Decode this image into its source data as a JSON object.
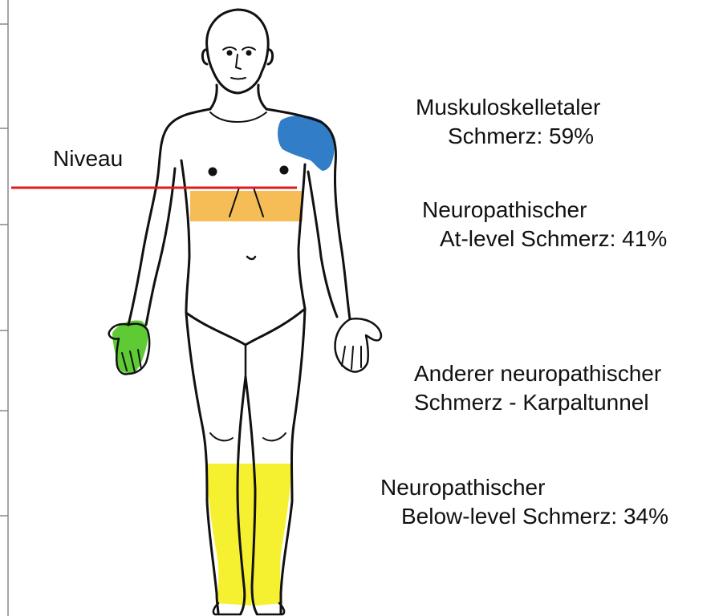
{
  "level_marker": {
    "label": "Niveau",
    "line_color": "#e01b1b"
  },
  "pain_regions": [
    {
      "id": "musculoskeletal",
      "line1": "Muskuloskelletaler",
      "line2": "Schmerz: 59%",
      "color": "#1b6fc2",
      "body_area": "left shoulder"
    },
    {
      "id": "at-level",
      "line1": "Neuropathischer",
      "line2": "At-level Schmerz: 41%",
      "color": "#f4b23a",
      "body_area": "trunk band at level"
    },
    {
      "id": "other-carpal-tunnel",
      "line1": "Anderer neuropathischer",
      "line2": "Schmerz - Karpaltunnel",
      "color": "#4cc41e",
      "body_area": "right hand"
    },
    {
      "id": "below-level",
      "line1": "Neuropathischer",
      "line2": "Below-level Schmerz: 34%",
      "color": "#f5f01a",
      "body_area": "lower legs"
    }
  ]
}
